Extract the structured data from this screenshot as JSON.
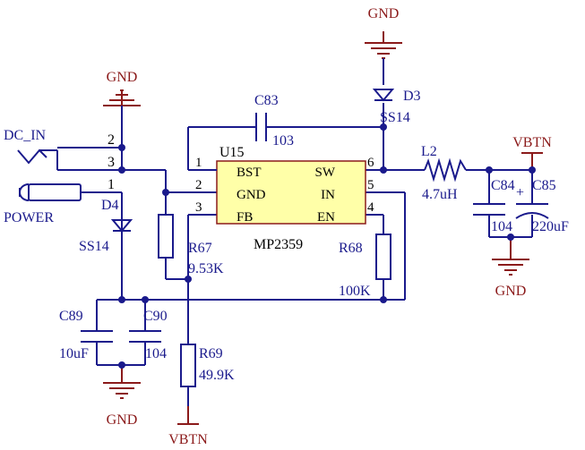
{
  "ic": {
    "ref": "U15",
    "part": "MP2359",
    "pins_left": [
      {
        "num": "1",
        "name": "BST"
      },
      {
        "num": "2",
        "name": "GND"
      },
      {
        "num": "3",
        "name": "FB"
      }
    ],
    "pins_right": [
      {
        "num": "6",
        "name": "SW"
      },
      {
        "num": "5",
        "name": "IN"
      },
      {
        "num": "4",
        "name": "EN"
      }
    ]
  },
  "connector": {
    "net": "DC_IN",
    "label": "POWER",
    "pins": [
      "2",
      "3",
      "1"
    ]
  },
  "caps": {
    "c83": {
      "ref": "C83",
      "value": "103"
    },
    "c84": {
      "ref": "C84",
      "value": "104"
    },
    "c85": {
      "ref": "C85",
      "value": "220uF",
      "polarity": "+"
    },
    "c89": {
      "ref": "C89",
      "value": "10uF"
    },
    "c90": {
      "ref": "C90",
      "value": "104"
    }
  },
  "diodes": {
    "d3": {
      "ref": "D3",
      "value": "SS14"
    },
    "d4": {
      "ref": "D4",
      "value": "SS14"
    }
  },
  "inductor": {
    "ref": "L2",
    "value": "4.7uH"
  },
  "resistors": {
    "r67": {
      "ref": "R67",
      "value": "9.53K"
    },
    "r68": {
      "ref": "R68",
      "value": "100K"
    },
    "r69": {
      "ref": "R69",
      "value": "49.9K"
    }
  },
  "power": {
    "gnd": "GND",
    "vbtn": "VBTN"
  },
  "colors": {
    "wire": "#1a1a8c",
    "power_symbol": "#8b1a1a",
    "ic_fill": "#ffffa8"
  }
}
